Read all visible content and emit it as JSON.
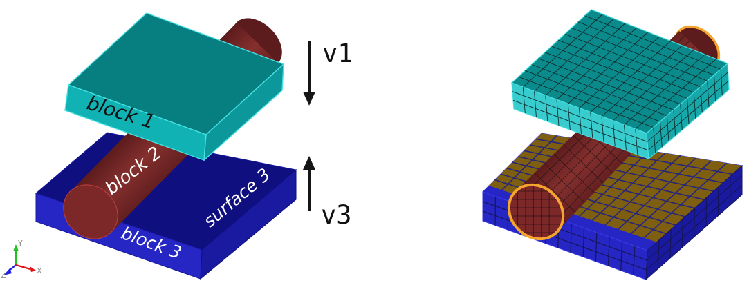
{
  "figure": {
    "left_panel": {
      "labels": {
        "block1": "block 1",
        "block2": "block 2",
        "block3": "block 3",
        "surface3": "surface 3"
      },
      "velocity_labels": {
        "v1": "v1",
        "v3": "v3"
      },
      "axis_triad": {
        "x": "X",
        "y": "Y",
        "z": "Z"
      }
    },
    "colors": {
      "background": "#ffffff",
      "teal_top": "#077F80",
      "teal_front": "#10B2B4",
      "teal_side": "#0C989A",
      "teal_edge": "#45E0E2",
      "teal_top_mesh": "#0B8A8C",
      "teal_front_mesh": "#38CCCE",
      "teal_side_mesh": "#17A8AA",
      "blue_top": "#0F0F80",
      "blue_front": "#2626C4",
      "blue_side": "#1A1AA0",
      "blue_edge": "#3A3AE8",
      "maroon_dark": "#5C1B1C",
      "maroon_mid": "#84302E",
      "maroon_low": "#641F20",
      "maroon_cap": "#7C2829",
      "maroon_cap_rim": "#C04040",
      "olive_contact": "#7E5E10",
      "mesh_navy": "#26267A",
      "mesh_blue_dark": "#15155E",
      "mesh_black": "#1A1010",
      "mesh_teal_dark": "#0E2E2F",
      "highlight_orange": "#F5A52E",
      "arrow_black": "#151515",
      "axis_x_red": "#E01414",
      "axis_y_green": "#20C020",
      "axis_z_blue": "#2020E0",
      "axis_label_gray": "#8C8C8C",
      "label_black": "#111111",
      "label_white": "#FFFFFF"
    }
  }
}
